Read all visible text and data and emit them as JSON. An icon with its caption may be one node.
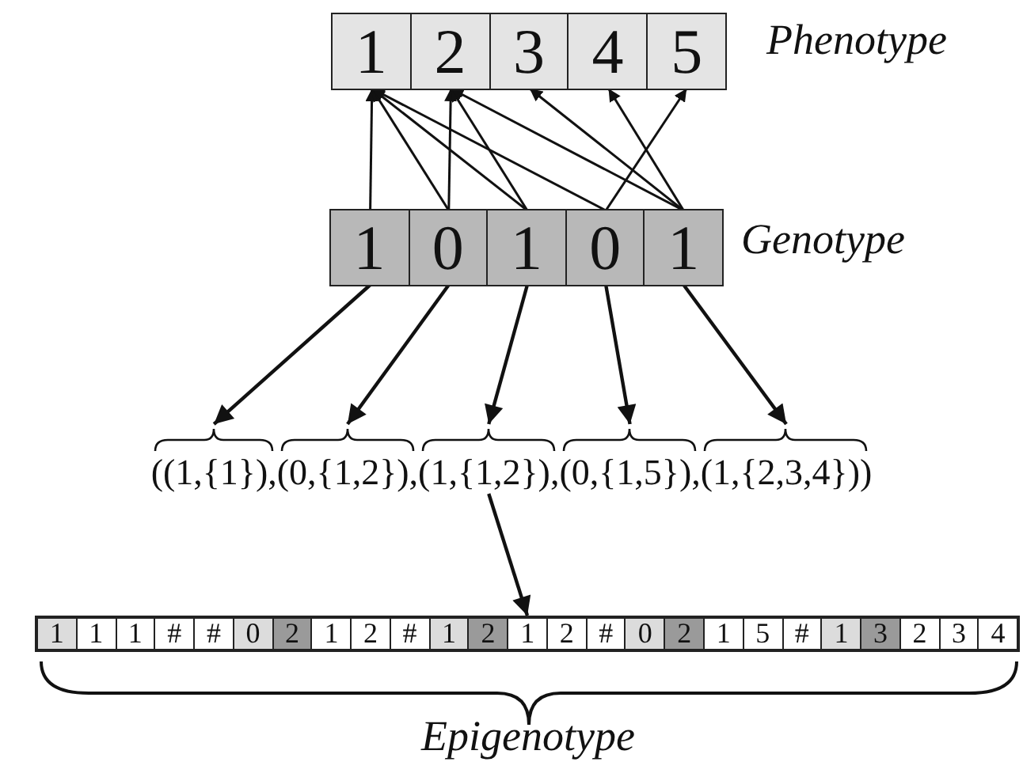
{
  "diagram": {
    "nodes": [
      {
        "text": [],
        "shape": "box",
        "beside": [
          "Phenotype"
        ]
      },
      {
        "text": [
          "1"
        ],
        "in": 0
      },
      {
        "text": [
          "2"
        ],
        "in": 0
      },
      {
        "text": [
          "3"
        ],
        "in": 0
      },
      {
        "text": [
          "4"
        ],
        "in": 0
      },
      {
        "text": [
          "5"
        ],
        "in": 0
      },
      {
        "text": [],
        "shape": "box",
        "beside": [
          "Genotype"
        ]
      },
      {
        "text": [
          "1"
        ],
        "in": 6
      },
      {
        "text": [
          "0"
        ],
        "in": 6
      },
      {
        "text": [
          "1"
        ],
        "in": 6
      },
      {
        "text": [
          "0"
        ],
        "in": 6
      },
      {
        "text": [
          "1"
        ],
        "in": 6
      },
      {
        "text": [
          "((1,{1}),"
        ]
      },
      {
        "text": [
          "(0,{1,2}),"
        ]
      },
      {
        "text": [
          "(1,{1,2}),"
        ]
      },
      {
        "text": [
          "(0,{1,5}),"
        ]
      },
      {
        "text": [
          "(1,{2,3,4}))"
        ]
      },
      {
        "text": [],
        "shape": "bar",
        "beside": [
          "Epigenotype"
        ]
      },
      {
        "text": [
          "1"
        ],
        "in": 17
      },
      {
        "text": [
          "1"
        ],
        "in": 17
      },
      {
        "text": [
          "1"
        ],
        "in": 17
      },
      {
        "text": [
          "#"
        ],
        "in": 17
      },
      {
        "text": [
          "#"
        ],
        "in": 17
      },
      {
        "text": [
          "0"
        ],
        "in": 17
      },
      {
        "text": [
          "2"
        ],
        "in": 17
      },
      {
        "text": [
          "1"
        ],
        "in": 17
      },
      {
        "text": [
          "2"
        ],
        "in": 17
      },
      {
        "text": [
          "#"
        ],
        "in": 17
      },
      {
        "text": [
          "1"
        ],
        "in": 17
      },
      {
        "text": [
          "2"
        ],
        "in": 17
      },
      {
        "text": [
          "1"
        ],
        "in": 17
      },
      {
        "text": [
          "2"
        ],
        "in": 17
      },
      {
        "text": [
          "#"
        ],
        "in": 17
      },
      {
        "text": [
          "0"
        ],
        "in": 17
      },
      {
        "text": [
          "2"
        ],
        "in": 17
      },
      {
        "text": [
          "1"
        ],
        "in": 17
      },
      {
        "text": [
          "5"
        ],
        "in": 17
      },
      {
        "text": [
          "#"
        ],
        "in": 17
      },
      {
        "text": [
          "1"
        ],
        "in": 17
      },
      {
        "text": [
          "3"
        ],
        "in": 17
      },
      {
        "text": [
          "2"
        ],
        "in": 17
      },
      {
        "text": [
          "3"
        ],
        "in": 17
      },
      {
        "text": [
          "4"
        ],
        "in": 17
      }
    ],
    "edges": [
      {
        "from": 7,
        "to": 1,
        "arrow": "to"
      },
      {
        "from": 8,
        "to": 1,
        "arrow": "to"
      },
      {
        "from": 8,
        "to": 2,
        "arrow": "to"
      },
      {
        "from": 9,
        "to": 1,
        "arrow": "to"
      },
      {
        "from": 9,
        "to": 2,
        "arrow": "to"
      },
      {
        "from": 10,
        "to": 1,
        "arrow": "to"
      },
      {
        "from": 10,
        "to": 5,
        "arrow": "to"
      },
      {
        "from": 11,
        "to": 2,
        "arrow": "to"
      },
      {
        "from": 11,
        "to": 3,
        "arrow": "to"
      },
      {
        "from": 11,
        "to": 4,
        "arrow": "to"
      },
      {
        "from": 7,
        "to": 12,
        "arrow": "to"
      },
      {
        "from": 8,
        "to": 13,
        "arrow": "to"
      },
      {
        "from": 9,
        "to": 14,
        "arrow": "to"
      },
      {
        "from": 10,
        "to": 15,
        "arrow": "to"
      },
      {
        "from": 11,
        "to": 16,
        "arrow": "to"
      },
      {
        "from": 14,
        "to": 17,
        "arrow": "to"
      }
    ]
  }
}
